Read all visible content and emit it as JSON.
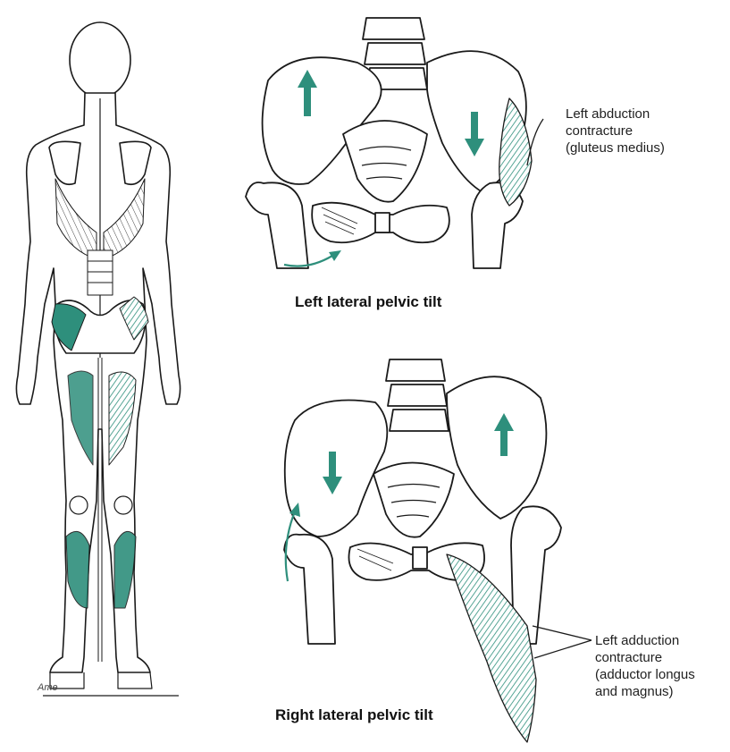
{
  "colors": {
    "muscle": "#2e8f7c",
    "muscle_dark": "#1f6f60",
    "line": "#1a1a1a",
    "background": "#ffffff"
  },
  "figure": {
    "top_title": "Left lateral pelvic tilt",
    "bottom_title": "Right lateral pelvic tilt",
    "abduction_label": "Left abduction\ncontracture\n(gluteus medius)",
    "adduction_label": "Left adduction\ncontracture\n(adductor longus\nand magnus)",
    "signature": "Ame"
  },
  "icons": [
    "up-arrow-icon",
    "down-arrow-icon",
    "curved-arrow-icon"
  ]
}
